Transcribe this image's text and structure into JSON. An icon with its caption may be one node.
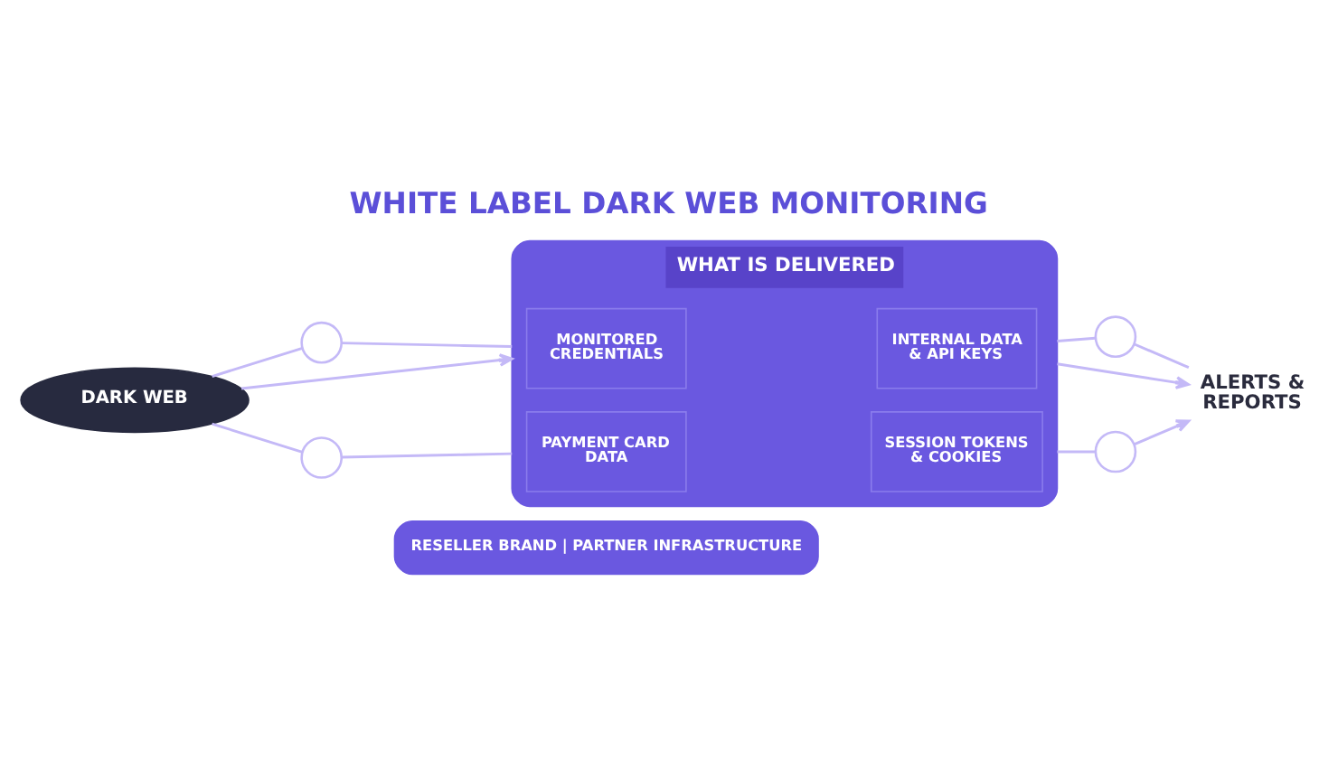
{
  "diagram": {
    "title": "WHITE LABEL DARK WEB MONITORING",
    "nodes": [
      {
        "text": [
          "DARK WEB"
        ]
      },
      {
        "text": [],
        "shape": "circle"
      },
      {
        "text": [],
        "shape": "circle"
      },
      {
        "text": [
          "WHAT IS DELIVERED"
        ]
      },
      {
        "text": [
          "MONITORED CREDENTIALS"
        ],
        "in": 3
      },
      {
        "text": [
          "INTERNAL DATA & API KEYS"
        ],
        "in": 3
      },
      {
        "text": [
          "PAYMENT CARD DATA"
        ],
        "in": 3
      },
      {
        "text": [
          "SESSION TOKENS & COOKIES"
        ],
        "in": 3
      },
      {
        "text": [],
        "shape": "circle"
      },
      {
        "text": [],
        "shape": "circle"
      },
      {
        "text": [
          "ALERTS & REPORTS"
        ]
      },
      {
        "text": [
          "RESELLER BRAND | PARTNER INFRASTRUCTURE"
        ]
      }
    ],
    "edges": [
      {
        "from": 0,
        "to": 1,
        "arrow": "none"
      },
      {
        "from": 1,
        "to": 3,
        "arrow": "none"
      },
      {
        "from": 0,
        "to": 3,
        "arrow": "to"
      },
      {
        "from": 0,
        "to": 2,
        "arrow": "none"
      },
      {
        "from": 2,
        "to": 3,
        "arrow": "none"
      },
      {
        "from": 3,
        "to": 8,
        "arrow": "none"
      },
      {
        "from": 8,
        "to": 10,
        "arrow": "none"
      },
      {
        "from": 3,
        "to": 10,
        "arrow": "to"
      },
      {
        "from": 3,
        "to": 9,
        "arrow": "none"
      },
      {
        "from": 9,
        "to": 10,
        "arrow": "to"
      }
    ]
  }
}
